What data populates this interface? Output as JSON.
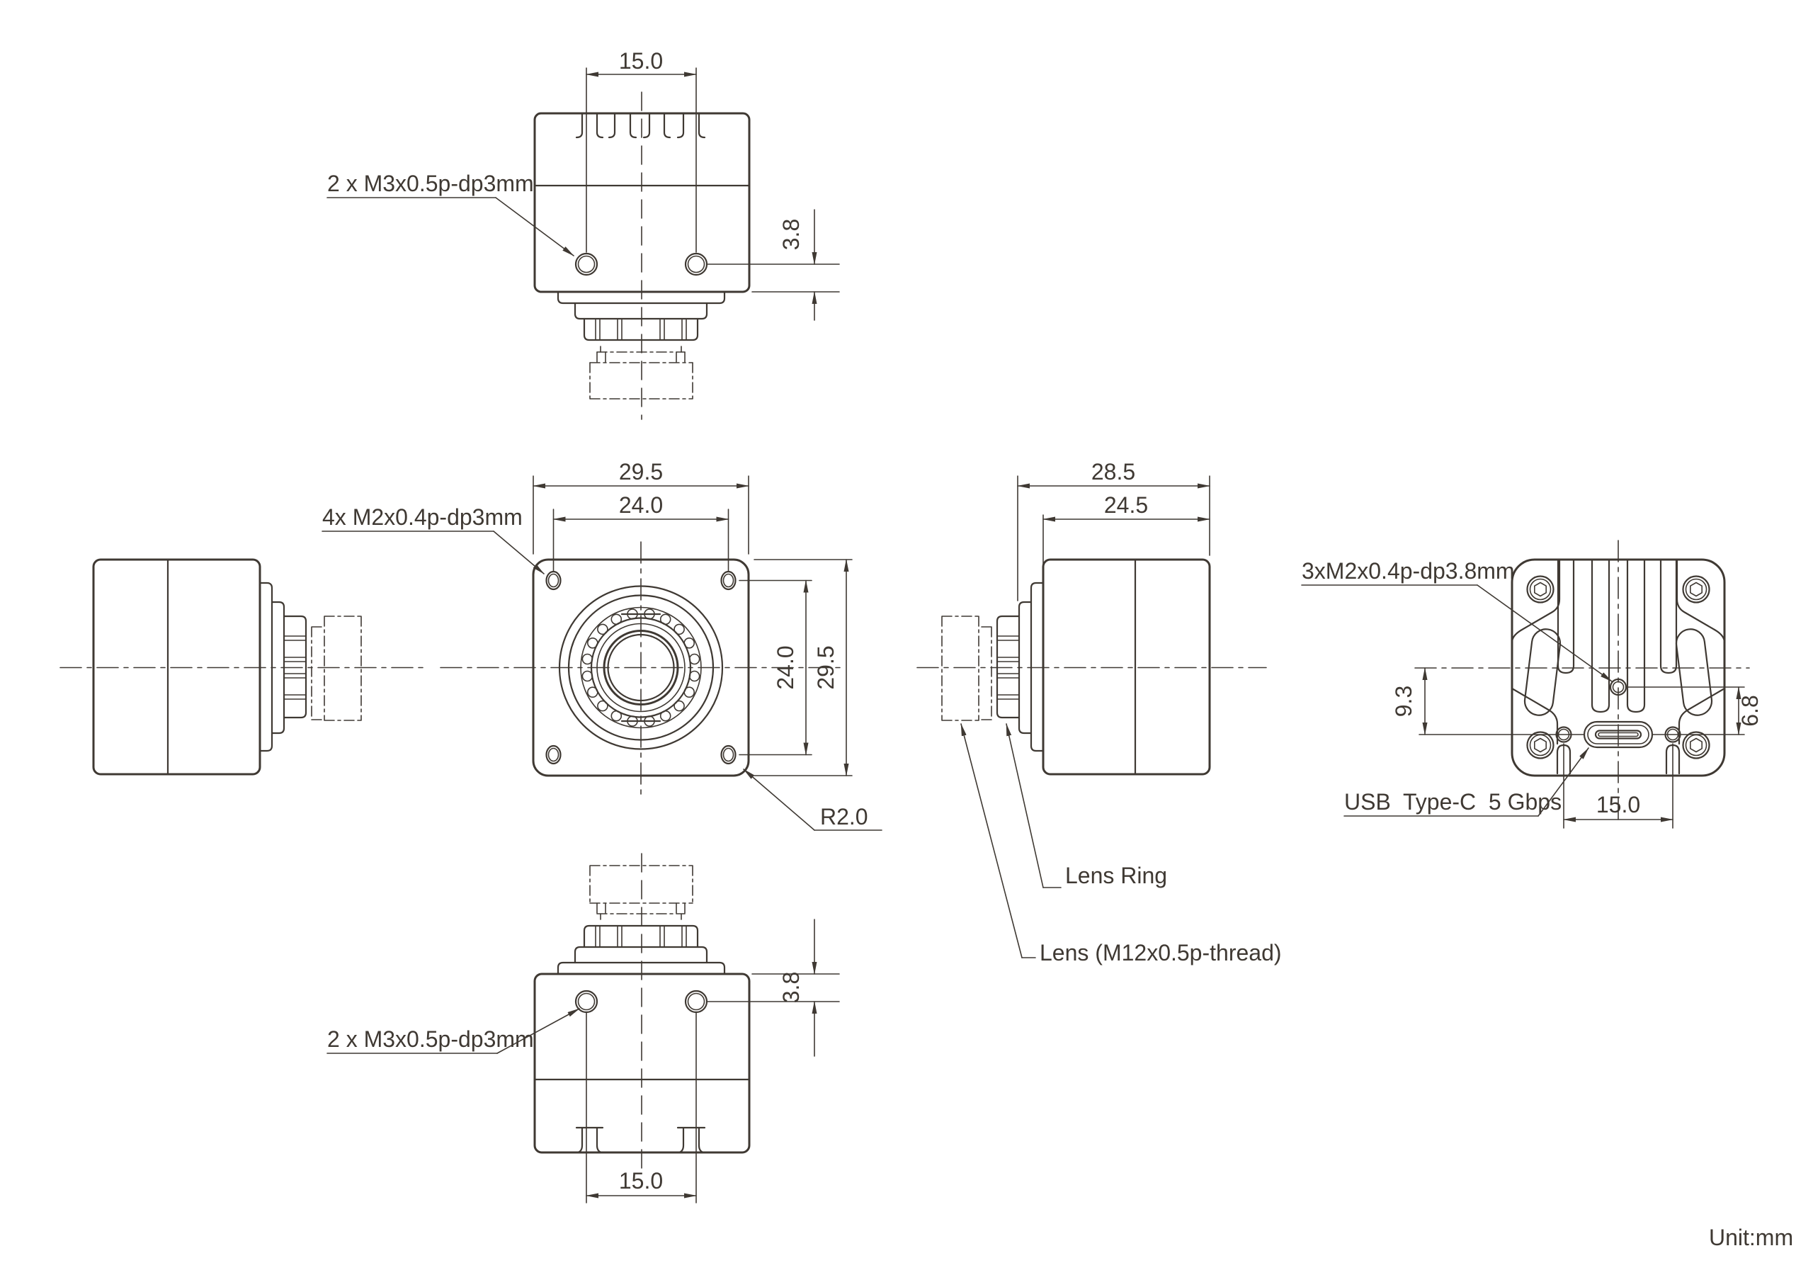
{
  "drawing": {
    "unit_note": "Unit:mm",
    "line_color": "#3f3933",
    "views": {
      "top": {
        "hole_spacing": "15.0",
        "hole_offset": "3.8",
        "thread_label": "2 x M3x0.5p-dp3mm"
      },
      "front": {
        "width": "29.5",
        "hole_span_horizontal": "24.0",
        "hole_span_vertical": "24.0",
        "height": "29.5",
        "thread_label": "4x M2x0.4p-dp3mm",
        "corner_radius": "R2.0"
      },
      "right": {
        "length_total": "28.5",
        "length_body": "24.5",
        "lens_ring_label": "Lens Ring",
        "lens_label": "Lens (M12x0.5p-thread)"
      },
      "bottom": {
        "hole_spacing": "15.0",
        "hole_offset": "3.8",
        "thread_label": "2 x M3x0.5p-dp3mm"
      },
      "back": {
        "thread_label": "3xM2x0.4p-dp3.8mm",
        "offset_center_to_usb": "9.3",
        "offset_hole_to_usb": "6.8",
        "usb_hole_spacing": "15.0",
        "usb_label": "USB  Type-C  5 Gbps"
      }
    }
  }
}
